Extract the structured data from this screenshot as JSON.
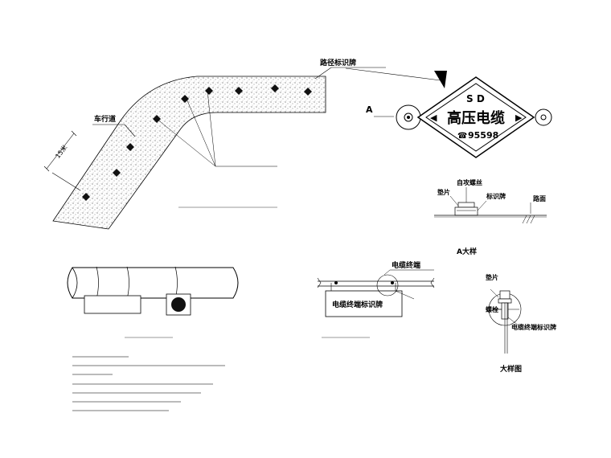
{
  "labels": {
    "route_sign": "路径标识牌",
    "carriageway": "车行道",
    "dimension_15m": "15米",
    "point_a": "A",
    "self_tapping_screw": "自攻螺丝",
    "washer": "垫片",
    "sign_plate": "标识牌",
    "road_surface": "路面",
    "a_detail": "A大样",
    "cable_terminal": "电缆终端",
    "cable_terminal_sign": "电缆终端标识牌",
    "washer2": "垫片",
    "bolt": "螺栓",
    "cable_terminal_sign2": "电缆终端标识牌",
    "detail_view": "大样图"
  },
  "sign_plate": {
    "top_text": "S D",
    "main_text": "高压电缆",
    "phone": "95598",
    "left_arrow": "◀",
    "right_arrow": "▶",
    "phone_icon": "☎"
  },
  "colors": {
    "line": "#000000",
    "fill_dark": "#111111",
    "stipple": "#555555"
  }
}
